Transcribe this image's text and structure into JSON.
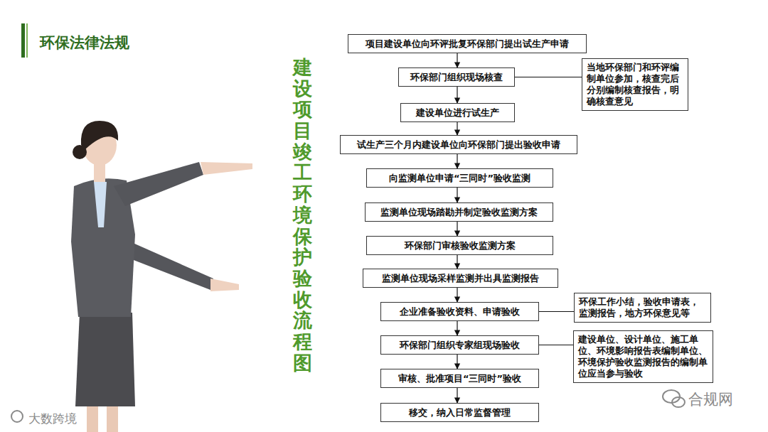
{
  "diagram": {
    "title": "建设项目竣工环境保护验收流程图",
    "nodes": [
      {
        "text": [
          "项目建设单位向环评批复环保部门提出试生产申请"
        ]
      },
      {
        "text": [
          "环保部门组织现场核查"
        ]
      },
      {
        "text": [
          "当地环保部门和环评编制单位参加，核查完后分别编制核查报告，明确核查意见"
        ]
      },
      {
        "text": [
          "建设单位进行试生产"
        ]
      },
      {
        "text": [
          "试生产三个月内建设单位向环保部门提出验收申请"
        ]
      },
      {
        "text": [
          "向监测单位申请“三同时”验收监测"
        ]
      },
      {
        "text": [
          "监测单位现场踏勘并制定验收监测方案"
        ]
      },
      {
        "text": [
          "环保部门审核验收监测方案"
        ]
      },
      {
        "text": [
          "监测单位现场采样监测并出具监测报告"
        ]
      },
      {
        "text": [
          "企业准备验收资料、申请验收"
        ]
      },
      {
        "text": [
          "环保工作小结，验收申请表，监测报告，地方环保意见等"
        ]
      },
      {
        "text": [
          "环保部门组织专家组现场验收"
        ]
      },
      {
        "text": [
          "建设单位、设计单位、施工单位、环境影响报告表编制单位、环境保护验收监测报告的编制单位应当参与验收"
        ]
      },
      {
        "text": [
          "审核、批准项目“三同时”验收"
        ]
      },
      {
        "text": [
          "移交，纳入日常监督管理"
        ]
      }
    ],
    "edges": [
      {
        "from": 0,
        "to": 1,
        "arrow": "to"
      },
      {
        "from": 1,
        "to": 2,
        "arrow": "none"
      },
      {
        "from": 1,
        "to": 3,
        "arrow": "to"
      },
      {
        "from": 3,
        "to": 4,
        "arrow": "to"
      },
      {
        "from": 4,
        "to": 5,
        "arrow": "to"
      },
      {
        "from": 5,
        "to": 6,
        "arrow": "to"
      },
      {
        "from": 6,
        "to": 7,
        "arrow": "to"
      },
      {
        "from": 7,
        "to": 8,
        "arrow": "to"
      },
      {
        "from": 8,
        "to": 9,
        "arrow": "to"
      },
      {
        "from": 9,
        "to": 10,
        "arrow": "none"
      },
      {
        "from": 9,
        "to": 11,
        "arrow": "to"
      },
      {
        "from": 11,
        "to": 12,
        "arrow": "none"
      },
      {
        "from": 11,
        "to": 13,
        "arrow": "to"
      },
      {
        "from": 13,
        "to": 14,
        "arrow": "to"
      }
    ],
    "labels": [
      "环保法律法规",
      "大数跨境",
      "合规网"
    ]
  }
}
